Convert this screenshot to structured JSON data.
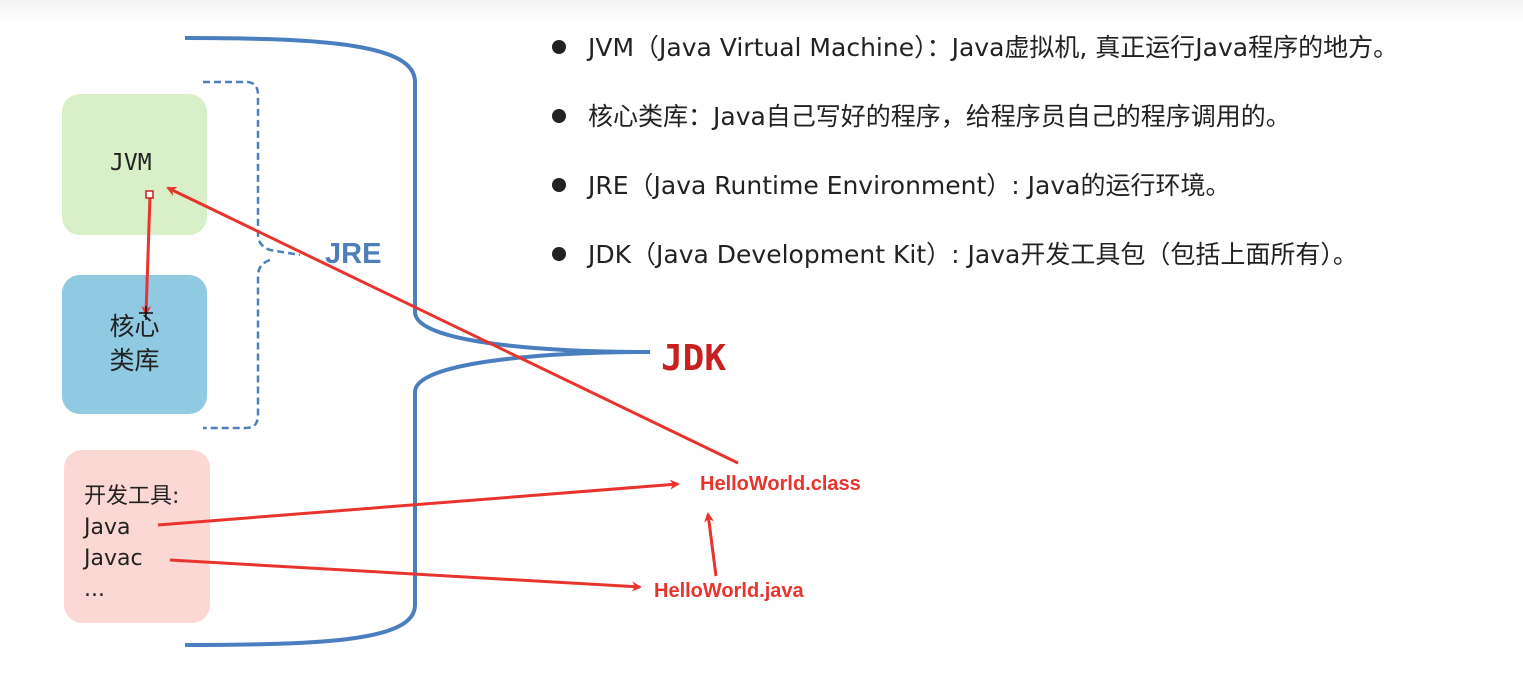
{
  "diagram": {
    "jvm_label": "JVM",
    "core_lib_line1": "核心",
    "core_lib_line2": "类库",
    "tools_title": "开发工具:",
    "tools_items": [
      "Java",
      "Javac",
      "..."
    ],
    "jre_label": "JRE",
    "jdk_label": "JDK",
    "class_file": "HelloWorld.class",
    "java_file": "HelloWorld.java"
  },
  "definitions": [
    "JVM（Java Virtual Machine）：Java虚拟机, 真正运行Java程序的地方。",
    "核心类库：Java自己写好的程序，给程序员自己的程序调用的。",
    "JRE（Java Runtime Environment）: Java的运行环境。",
    "JDK（Java Development Kit）: Java开发工具包（包括上面所有）。"
  ],
  "colors": {
    "jvm_box": "#d9efc7",
    "core_lib_box": "#8fc9e2",
    "tools_box": "#fcd8d4",
    "jre_bracket": "#4f7fba",
    "jdk_brace": "#4a7ebf",
    "jdk_text": "#c8201f",
    "arrow": "#e9342e"
  }
}
